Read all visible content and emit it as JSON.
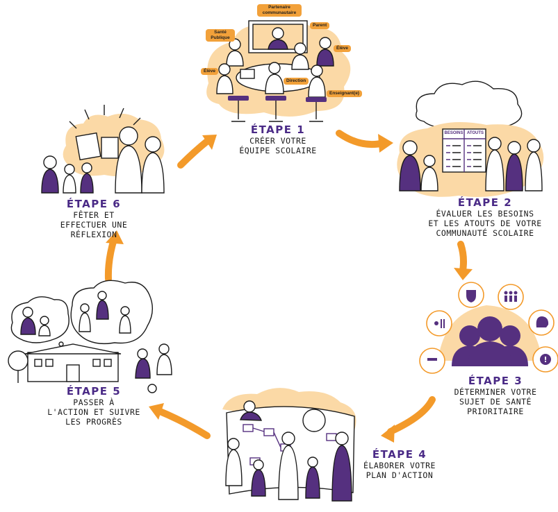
{
  "colors": {
    "arrow": "#f39a2a",
    "cloud": "#fbd9a6",
    "purple": "#55307f",
    "title": "#4a2a86",
    "ink": "#1a1a1a"
  },
  "steps": [
    {
      "title": "ÉTAPE 1",
      "desc": "CRÉER VOTRE\nÉQUIPE SCOLAIRE"
    },
    {
      "title": "ÉTAPE 2",
      "desc": "ÉVALUER LES BESOINS\nET LES ATOUTS DE VOTRE\nCOMMUNAUTÉ SCOLAIRE"
    },
    {
      "title": "ÉTAPE 3",
      "desc": "DÉTERMINER VOTRE\nSUJET DE SANTÉ\nPRIORITAIRE"
    },
    {
      "title": "ÉTAPE 4",
      "desc": "ÉLABORER VOTRE\nPLAN D'ACTION"
    },
    {
      "title": "ÉTAPE 5",
      "desc": "PASSER À\nL'ACTION ET SUIVRE\nLES PROGRÈS"
    },
    {
      "title": "ÉTAPE 6",
      "desc": "FÊTER ET\nEFFECTUER UNE\nRÉFLEXION"
    }
  ],
  "team_tags": {
    "partenaire": "Partenaire communautaire",
    "sante": "Santé Publique",
    "parent": "Parent",
    "eleve_right": "Élève",
    "eleve_left": "Élève",
    "direction": "Direction",
    "enseignant": "Enseignant(e)"
  },
  "board": {
    "besoins": "BESOINS",
    "atouts": "ATOUTS"
  },
  "icons": [
    "shield-icon",
    "people-icon",
    "head-icon",
    "alert-icon",
    "fitness-icon",
    "nutrition-icon"
  ]
}
